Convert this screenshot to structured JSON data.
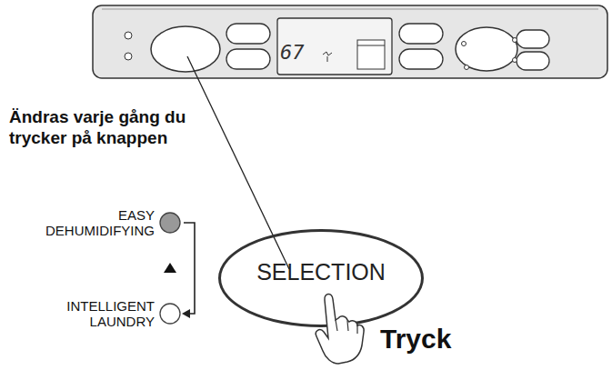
{
  "diagram": {
    "nodes": [
      {
        "text": [
          "SELECTION"
        ]
      }
    ],
    "labels": [
      "Ändras varje gång du trycker på knappen",
      "EASY DEHUMIDIFYING",
      "INTELLIGENT LAUNDRY",
      "Tryck",
      "67"
    ]
  }
}
